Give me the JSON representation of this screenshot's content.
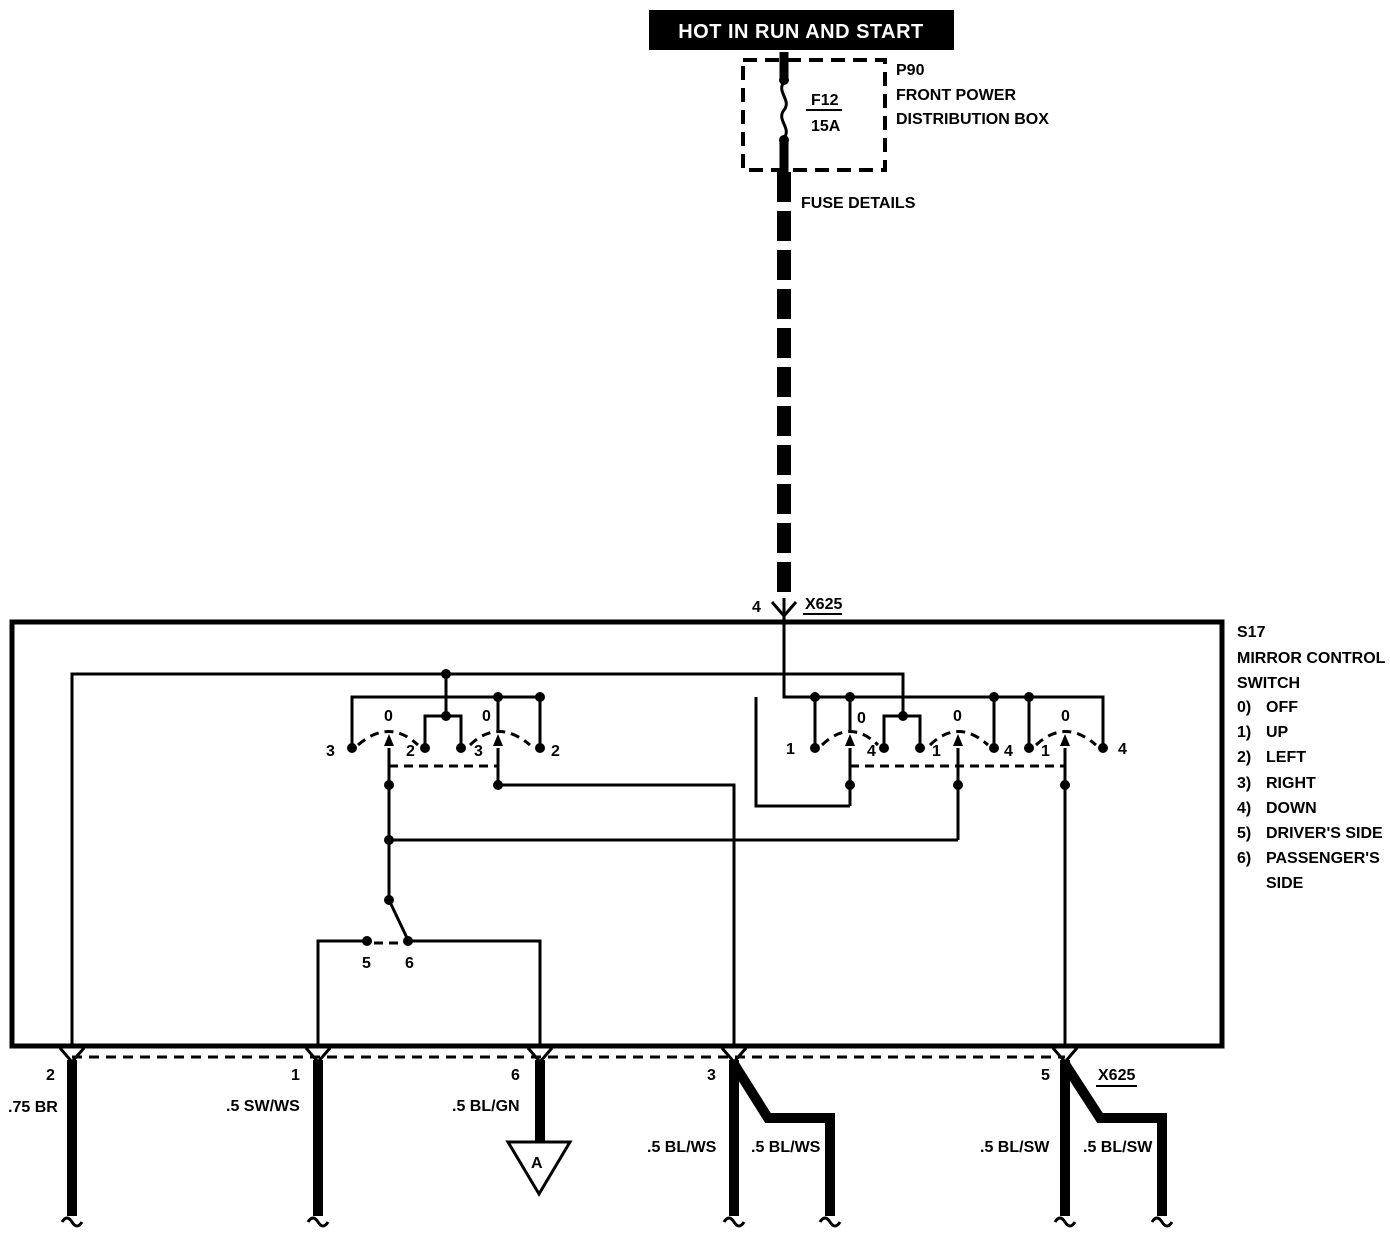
{
  "header": {
    "title": "HOT IN RUN AND START"
  },
  "fuse_box": {
    "ref": "P90",
    "name_line1": "FRONT POWER",
    "name_line2": "DISTRIBUTION BOX",
    "fuse_id": "F12",
    "fuse_rating": "15A",
    "details_label": "FUSE DETAILS"
  },
  "connector": {
    "name": "X625",
    "top_pin": "4"
  },
  "switch": {
    "ref": "S17",
    "name_line1": "MIRROR CONTROL",
    "name_line2": "SWITCH",
    "legend": [
      {
        "num": "0)",
        "label": "OFF"
      },
      {
        "num": "1)",
        "label": "UP"
      },
      {
        "num": "2)",
        "label": "LEFT"
      },
      {
        "num": "3)",
        "label": "RIGHT"
      },
      {
        "num": "4)",
        "label": "DOWN"
      },
      {
        "num": "5)",
        "label": "DRIVER'S SIDE"
      },
      {
        "num": "6)",
        "label": "PASSENGER'S"
      },
      {
        "num": "",
        "label": "SIDE"
      }
    ],
    "contacts": {
      "left": {
        "pos": "0",
        "a": "3",
        "b": "2"
      },
      "center_left": {
        "pos": "0",
        "a": "3",
        "b": "2"
      },
      "center_right": {
        "pos": "0",
        "a": "1",
        "b": "4"
      },
      "right1": {
        "pos": "0",
        "a": "1",
        "b": "4"
      },
      "right2": {
        "pos": "0",
        "a": "1",
        "b": "4"
      },
      "side_a": "5",
      "side_b": "6"
    }
  },
  "pins": [
    {
      "pin": "2",
      "wire": ".75 BR"
    },
    {
      "pin": "1",
      "wire": ".5 SW/WS"
    },
    {
      "pin": "6",
      "wire": ".5 BL/GN",
      "ground_ref": "A"
    },
    {
      "pin": "3",
      "wire": ".5 BL/WS",
      "wire_branch": ".5 BL/WS"
    },
    {
      "pin": "5",
      "wire": ".5 BL/SW",
      "wire_branch": ".5 BL/SW"
    }
  ],
  "bottom_connector": "X625"
}
